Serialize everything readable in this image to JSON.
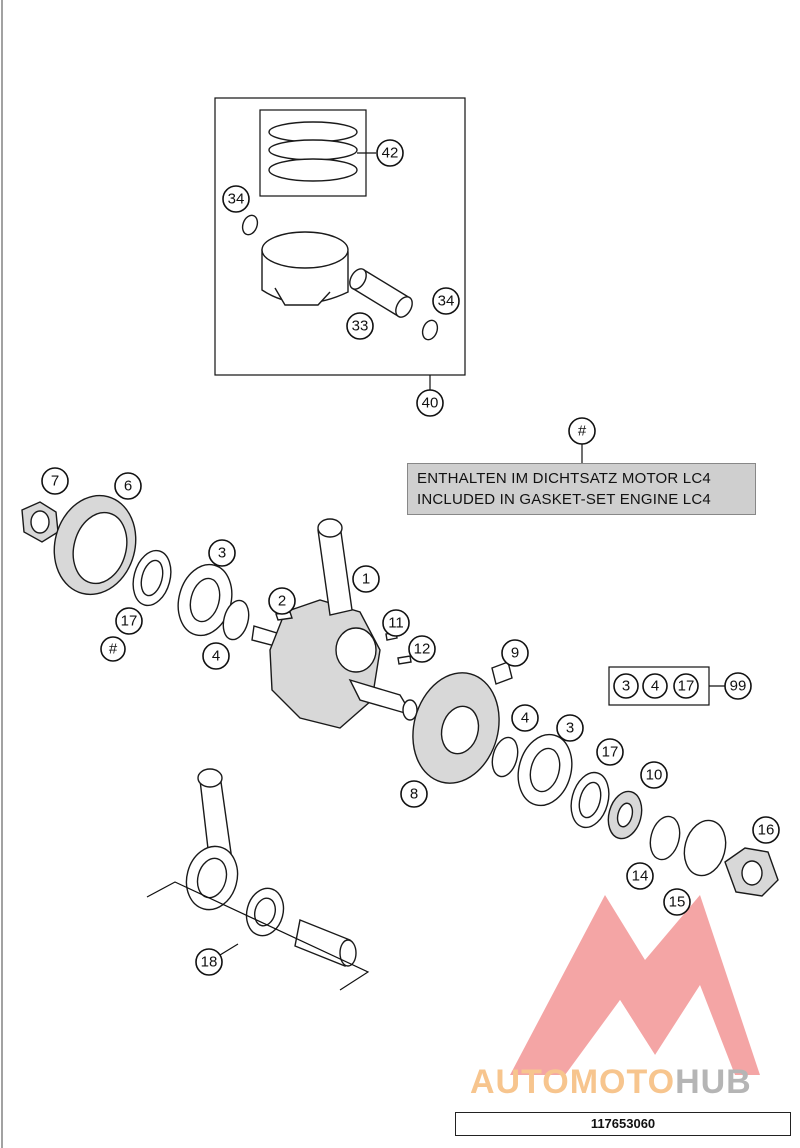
{
  "note": {
    "line1": "ENTHALTEN IM DICHTSATZ MOTOR LC4",
    "line2": "INCLUDED IN GASKET-SET ENGINE LC4"
  },
  "part_number": "117653060",
  "watermark": {
    "part1": "AUTOMOTO",
    "part2": "HUB",
    "color_primary": "#f08080",
    "color_text": "#f7c58e",
    "color_gray": "#b5b5b5"
  },
  "callouts": {
    "c42": "42",
    "c34a": "34",
    "c34b": "34",
    "c33": "33",
    "c40": "40",
    "chash_top": "#",
    "c7": "7",
    "c6": "6",
    "c3a": "3",
    "c1": "1",
    "c2": "2",
    "c17a": "17",
    "chash_left": "#",
    "c4a": "4",
    "c11": "11",
    "c12": "12",
    "c9": "9",
    "c8": "8",
    "c4b": "4",
    "c3b": "3",
    "c17b": "17",
    "c10": "10",
    "c16": "16",
    "c14": "14",
    "c15": "15",
    "c18": "18",
    "set_3": "3",
    "set_4": "4",
    "set_17": "17",
    "c99": "99"
  }
}
